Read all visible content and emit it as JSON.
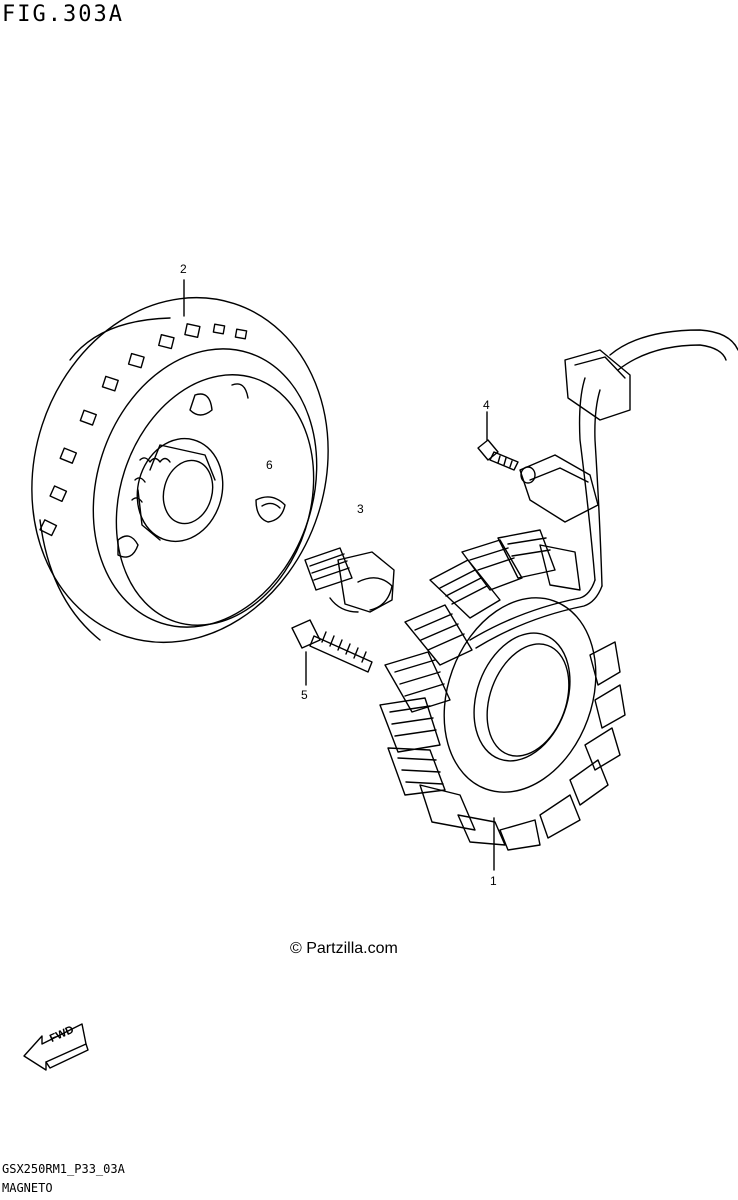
{
  "figure": {
    "title": "FIG.303A"
  },
  "callouts": [
    {
      "id": "1",
      "label": "1"
    },
    {
      "id": "2",
      "label": "2"
    },
    {
      "id": "3",
      "label": "3"
    },
    {
      "id": "4",
      "label": "4"
    },
    {
      "id": "5",
      "label": "5"
    },
    {
      "id": "6",
      "label": "6"
    }
  ],
  "watermark": {
    "text": "© Partzilla.com"
  },
  "direction_badge": {
    "text": "FWD"
  },
  "footer": {
    "code": "GSX250RM1_P33_03A",
    "name": "MAGNETO"
  }
}
